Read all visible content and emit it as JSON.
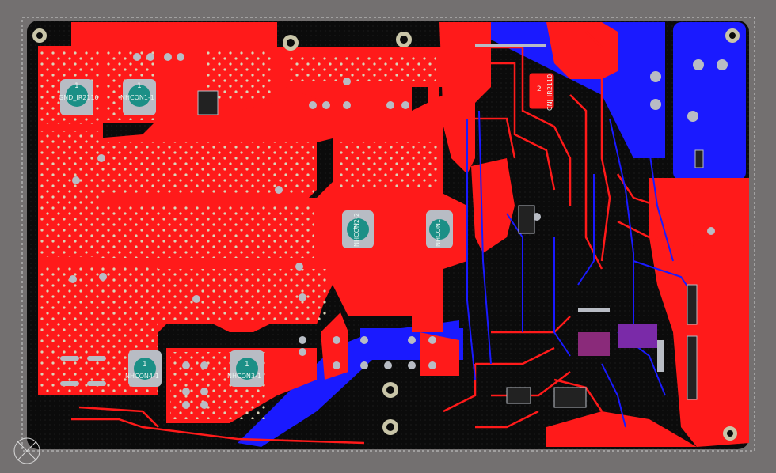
{
  "board": {
    "colors": {
      "background": "#737070",
      "substrate": "#0b0b0b",
      "top_copper": "#ff1a1a",
      "bottom_copper": "#1a1aff",
      "pad": "#b8bcc4",
      "pad_teal": "#1b8f86",
      "via": "#c9c5a8"
    }
  },
  "components": [
    {
      "id": "gnd-ir2110",
      "label": "GND_IR2110",
      "pin": "1"
    },
    {
      "id": "nhcon1",
      "label": "NHCON1-1",
      "pin": "1"
    },
    {
      "id": "nhcon2",
      "label": "NHCON2-2",
      "pin": "2"
    },
    {
      "id": "nhcon-mid",
      "label": "NHCON1",
      "pin": "1"
    },
    {
      "id": "nhcon4",
      "label": "NHCON4-1",
      "pin": "1"
    },
    {
      "id": "nhcon3",
      "label": "NHCON3-1",
      "pin": "1"
    },
    {
      "id": "cnj-ir2110",
      "label": "CNJ_IR2110",
      "pin": "2"
    }
  ]
}
